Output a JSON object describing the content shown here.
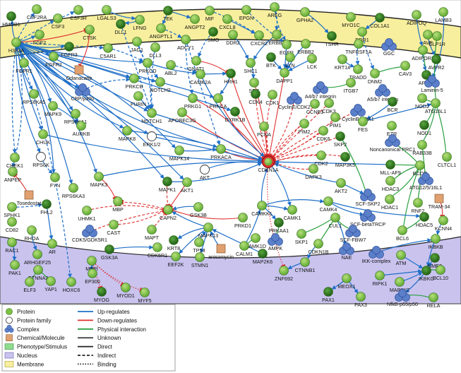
{
  "colors": {
    "protein": "#7cc242",
    "protein_dark": "#2e7d1e",
    "complex": "#5b7fc9",
    "chemical": "#e0a070",
    "phenotype": "#8fdc8f",
    "nucleus": "#c9c3ee",
    "membrane": "#f7ef9e",
    "up": "#1f6fc8",
    "down": "#e03030",
    "physical": "#2aa040",
    "unknown": "#444444",
    "focus": "#e03030"
  },
  "legend": {
    "left": [
      {
        "label": "Protein",
        "kind": "protein"
      },
      {
        "label": "Protein family",
        "kind": "protein_family"
      },
      {
        "label": "Complex",
        "kind": "complex"
      },
      {
        "label": "Chemical/Molecule",
        "kind": "chemical"
      },
      {
        "label": "Phenotype/Stimulus",
        "kind": "phenotype"
      },
      {
        "label": "Nucleus",
        "kind": "nucleus"
      },
      {
        "label": "Membrane",
        "kind": "membrane"
      }
    ],
    "right": [
      {
        "label": "Up-regulates",
        "kind": "up"
      },
      {
        "label": "Down-regulates",
        "kind": "down"
      },
      {
        "label": "Physical interaction",
        "kind": "physical"
      },
      {
        "label": "Unknown",
        "kind": "unknown"
      },
      {
        "label": "Direct",
        "kind": "direct"
      },
      {
        "label": "Indirect",
        "kind": "indirect"
      },
      {
        "label": "Binding",
        "kind": "binding"
      }
    ]
  },
  "nodes": [
    {
      "label": "HMGB1",
      "type": "protein"
    },
    {
      "label": "CSF2RA",
      "type": "protein"
    },
    {
      "label": "CSF3",
      "type": "protein"
    },
    {
      "label": "CSF3R",
      "type": "protein"
    },
    {
      "label": "LGALS3",
      "type": "protein"
    },
    {
      "label": "LFNG",
      "type": "protein"
    },
    {
      "label": "TEK",
      "type": "protein"
    },
    {
      "label": "MIF",
      "type": "protein"
    },
    {
      "label": "EPGN",
      "type": "protein"
    },
    {
      "label": "AREG",
      "type": "protein"
    },
    {
      "label": "GPHA2",
      "type": "protein"
    },
    {
      "label": "MYO1C",
      "type": "protein"
    },
    {
      "label": "COL1A1",
      "type": "protein"
    },
    {
      "label": "ADIPOQ",
      "type": "protein"
    },
    {
      "label": "LAMB3",
      "type": "protein"
    },
    {
      "label": "H3F3A",
      "type": "protein"
    },
    {
      "label": "FGF2",
      "type": "protein"
    },
    {
      "label": "CTSK",
      "type": "protein"
    },
    {
      "label": "DLL1",
      "type": "protein"
    },
    {
      "label": "ANGPTL1",
      "type": "protein"
    },
    {
      "label": "ANGPT2",
      "type": "protein"
    },
    {
      "label": "CXCL8",
      "type": "protein"
    },
    {
      "label": "DDR1",
      "type": "protein"
    },
    {
      "label": "AVP",
      "type": "protein"
    },
    {
      "label": "FGFR3",
      "type": "protein"
    },
    {
      "label": "C5AR1",
      "type": "protein"
    },
    {
      "label": "FGFR2",
      "type": "protein"
    },
    {
      "label": "JAG1",
      "type": "protein"
    },
    {
      "label": "DLL3",
      "type": "protein"
    },
    {
      "label": "ADCY1",
      "type": "protein"
    },
    {
      "label": "SMO",
      "type": "protein"
    },
    {
      "label": "DDR2",
      "type": "protein"
    },
    {
      "label": "CXCR2",
      "type": "protein"
    },
    {
      "label": "ERBB4",
      "type": "protein"
    },
    {
      "label": "EGFR",
      "type": "protein"
    },
    {
      "label": "ERBB2",
      "type": "protein"
    },
    {
      "label": "TSHR",
      "type": "protein"
    },
    {
      "label": "TNFRSF1A",
      "type": "protein"
    },
    {
      "label": "GGC",
      "type": "complex"
    },
    {
      "label": "ADIPOR2",
      "type": "protein"
    },
    {
      "label": "GLP1R",
      "type": "protein"
    },
    {
      "label": "FGFR1",
      "type": "protein"
    },
    {
      "label": "AVPR2",
      "type": "protein"
    },
    {
      "label": "Odanacatib",
      "type": "chemical"
    },
    {
      "label": "PRKCD",
      "type": "protein"
    },
    {
      "label": "ABL2",
      "type": "protein"
    },
    {
      "label": "GNAT1",
      "type": "protein"
    },
    {
      "label": "SHC1",
      "type": "protein"
    },
    {
      "label": "BTK",
      "type": "protein"
    },
    {
      "label": "LYN",
      "type": "protein"
    },
    {
      "label": "LCK",
      "type": "protein"
    },
    {
      "label": "KRT14",
      "type": "protein"
    },
    {
      "label": "TRADD",
      "type": "protein"
    },
    {
      "label": "CAV3",
      "type": "protein"
    },
    {
      "label": "APPL1",
      "type": "protein"
    },
    {
      "label": "Laminin-5",
      "type": "complex"
    },
    {
      "label": "CBP/p300",
      "type": "complex"
    },
    {
      "label": "PRKCB",
      "type": "protein"
    },
    {
      "label": "NOTCH2",
      "type": "protein"
    },
    {
      "label": "CAMK2A",
      "type": "protein"
    },
    {
      "label": "HRH1",
      "type": "protein"
    },
    {
      "label": "SRC",
      "type": "protein"
    },
    {
      "label": "DAPP1",
      "type": "protein"
    },
    {
      "label": "A4/b7 integrin",
      "type": "complex"
    },
    {
      "label": "ITGB7",
      "type": "protein"
    },
    {
      "label": "DNM2",
      "type": "protein"
    },
    {
      "label": "A5/b7 integrin",
      "type": "complex"
    },
    {
      "label": "RPS6KA5",
      "type": "protein"
    },
    {
      "label": "MAPK9",
      "type": "protein"
    },
    {
      "label": "FURIN",
      "type": "protein"
    },
    {
      "label": "PRKG1",
      "type": "protein"
    },
    {
      "label": "PRKCA",
      "type": "protein"
    },
    {
      "label": "CDK4",
      "type": "protein"
    },
    {
      "label": "CDK1",
      "type": "protein"
    },
    {
      "label": "CyclinE/CDK2",
      "type": "complex"
    },
    {
      "label": "CCNB1",
      "type": "protein"
    },
    {
      "label": "CDK3",
      "type": "protein"
    },
    {
      "label": "CyclinB/CDK1",
      "type": "complex"
    },
    {
      "label": "BCR",
      "type": "protein"
    },
    {
      "label": "NOD2",
      "type": "protein"
    },
    {
      "label": "ATG16L1",
      "type": "protein"
    },
    {
      "label": "RPS6KA1",
      "type": "protein"
    },
    {
      "label": "NOTCH1",
      "type": "protein"
    },
    {
      "label": "APOBEC3G",
      "type": "protein"
    },
    {
      "label": "DYRK1B",
      "type": "protein"
    },
    {
      "label": "PCNA",
      "type": "protein"
    },
    {
      "label": "PIM2",
      "type": "protein"
    },
    {
      "label": "PIM1",
      "type": "protein"
    },
    {
      "label": "FES",
      "type": "protein"
    },
    {
      "label": "EZR",
      "type": "protein"
    },
    {
      "label": "NOD1",
      "type": "protein"
    },
    {
      "label": "AURKB",
      "type": "protein"
    },
    {
      "label": "CHUK",
      "type": "protein"
    },
    {
      "label": "MAPK8",
      "type": "protein"
    },
    {
      "label": "ERK1/2",
      "type": "protein_family"
    },
    {
      "label": "CDK6",
      "type": "protein"
    },
    {
      "label": "SKP2",
      "type": "protein"
    },
    {
      "label": "Noncanonical PRC1",
      "type": "complex"
    },
    {
      "label": "RAB33B",
      "type": "protein"
    },
    {
      "label": "MAPK14",
      "type": "protein"
    },
    {
      "label": "PRKACA",
      "type": "protein"
    },
    {
      "label": "CDK2",
      "type": "protein"
    },
    {
      "label": "MAP3K5",
      "type": "protein"
    },
    {
      "label": "CLTCL1",
      "type": "protein"
    },
    {
      "label": "CHEK1",
      "type": "protein"
    },
    {
      "label": "RPS6K",
      "type": "protein_family"
    },
    {
      "label": "CDKN1A",
      "type": "focus"
    },
    {
      "label": "DAPK3",
      "type": "protein"
    },
    {
      "label": "MLL-AF9",
      "type": "protein"
    },
    {
      "label": "BCOR",
      "type": "protein"
    },
    {
      "label": "ANPEP",
      "type": "protein"
    },
    {
      "label": "FYN",
      "type": "protein"
    },
    {
      "label": "RPS6KA3",
      "type": "protein"
    },
    {
      "label": "MAPK3",
      "type": "protein"
    },
    {
      "label": "MAPK1",
      "type": "protein"
    },
    {
      "label": "AKT1",
      "type": "protein"
    },
    {
      "label": "AKT",
      "type": "protein_family"
    },
    {
      "label": "AKT2",
      "type": "protein"
    },
    {
      "label": "HDAC3",
      "type": "protein"
    },
    {
      "label": "ATG12/5/16L1",
      "type": "complex"
    },
    {
      "label": "TRAM-34",
      "type": "chemical"
    },
    {
      "label": "Tosedostat",
      "type": "chemical"
    },
    {
      "label": "SCF-SKP2",
      "type": "complex"
    },
    {
      "label": "HDAC1",
      "type": "protein"
    },
    {
      "label": "RNF2",
      "type": "protein"
    },
    {
      "label": "SPHK1",
      "type": "protein"
    },
    {
      "label": "FHL2",
      "type": "protein"
    },
    {
      "label": "UHMK1",
      "type": "protein"
    },
    {
      "label": "MBP",
      "type": "protein"
    },
    {
      "label": "CAMKK1",
      "type": "protein"
    },
    {
      "label": "CAMK1",
      "type": "protein"
    },
    {
      "label": "CAMK4",
      "type": "protein"
    },
    {
      "label": "HDAC5",
      "type": "protein"
    },
    {
      "label": "CD82",
      "type": "protein"
    },
    {
      "label": "CAST",
      "type": "protein"
    },
    {
      "label": "CAPN2",
      "type": "protein"
    },
    {
      "label": "GSK3B",
      "type": "protein"
    },
    {
      "label": "PRKD1",
      "type": "protein"
    },
    {
      "label": "SCF-betaTRCP",
      "type": "complex"
    },
    {
      "label": "KCNN4",
      "type": "protein"
    },
    {
      "label": "RHOA",
      "type": "protein"
    },
    {
      "label": "CDK5/GDK5R1",
      "type": "complex"
    },
    {
      "label": "MAPT",
      "type": "protein"
    },
    {
      "label": "MAPK13",
      "type": "protein"
    },
    {
      "label": "PRKAA1",
      "type": "protein"
    },
    {
      "label": "CUL1",
      "type": "protein"
    },
    {
      "label": "SCF-FBW7",
      "type": "complex"
    },
    {
      "label": "BCL6",
      "type": "protein"
    },
    {
      "label": "AR",
      "type": "protein"
    },
    {
      "label": "RAC1",
      "type": "protein"
    },
    {
      "label": "KRT8",
      "type": "protein"
    },
    {
      "label": "TP53",
      "type": "protein"
    },
    {
      "label": "CAMK1D",
      "type": "protein"
    },
    {
      "label": "SKP1",
      "type": "protein"
    },
    {
      "label": "IKBKB",
      "type": "protein"
    },
    {
      "label": "ARHGEF25",
      "type": "protein"
    },
    {
      "label": "GSK3A",
      "type": "protein"
    },
    {
      "label": "CDK5R1",
      "type": "protein"
    },
    {
      "label": "EEF2K",
      "type": "protein"
    },
    {
      "label": "STMN1",
      "type": "protein"
    },
    {
      "label": "anisomycin",
      "type": "chemical"
    },
    {
      "label": "CALM1",
      "type": "protein"
    },
    {
      "label": "MAP2K6",
      "type": "protein"
    },
    {
      "label": "AMPK",
      "type": "complex"
    },
    {
      "label": "CDKN1B",
      "type": "protein"
    },
    {
      "label": "NAE",
      "type": "complex"
    },
    {
      "label": "IKK-complex",
      "type": "complex"
    },
    {
      "label": "ATM",
      "type": "protein"
    },
    {
      "label": "NME2",
      "type": "protein"
    },
    {
      "label": "PAK1",
      "type": "protein"
    },
    {
      "label": "CTNNA2",
      "type": "protein"
    },
    {
      "label": "MBPI",
      "type": "protein"
    },
    {
      "label": "CTNNB1",
      "type": "protein"
    },
    {
      "label": "ZNF692",
      "type": "protein"
    },
    {
      "label": "IKBKG",
      "type": "protein"
    },
    {
      "label": "BCL10",
      "type": "protein"
    },
    {
      "label": "ELF3",
      "type": "protein"
    },
    {
      "label": "YAP1",
      "type": "protein"
    },
    {
      "label": "HOXC6",
      "type": "protein"
    },
    {
      "label": "EP300",
      "type": "protein"
    },
    {
      "label": "MYOG",
      "type": "protein"
    },
    {
      "label": "MYOD1",
      "type": "protein"
    },
    {
      "label": "MYF5",
      "type": "protein"
    },
    {
      "label": "RIPK1",
      "type": "protein"
    },
    {
      "label": "MEOX1",
      "type": "protein"
    },
    {
      "label": "MAP3K7",
      "type": "protein"
    },
    {
      "label": "PAX1",
      "type": "protein"
    },
    {
      "label": "PAX3",
      "type": "protein"
    },
    {
      "label": "NfkB-p65/p50",
      "type": "complex"
    },
    {
      "label": "RELA",
      "type": "protein"
    }
  ]
}
